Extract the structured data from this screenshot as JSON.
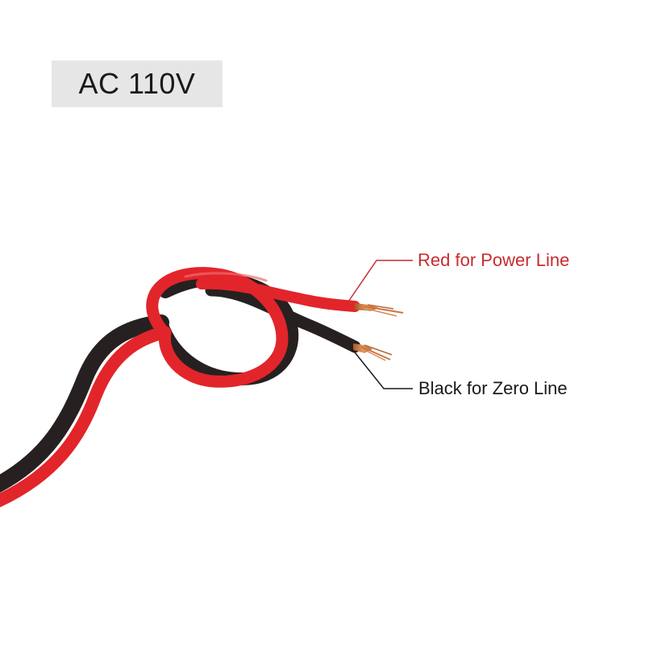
{
  "badge": {
    "text": "AC 110V"
  },
  "callouts": {
    "red_label": "Red for Power Line",
    "black_label": "Black for Zero Line"
  },
  "colors": {
    "red_wire": "#e2252b",
    "black_wire": "#262120",
    "copper": "#c9763f",
    "red_callout_text": "#c92b2f",
    "black_callout_text": "#1a1a1a",
    "badge_background": "#e6e6e6"
  }
}
